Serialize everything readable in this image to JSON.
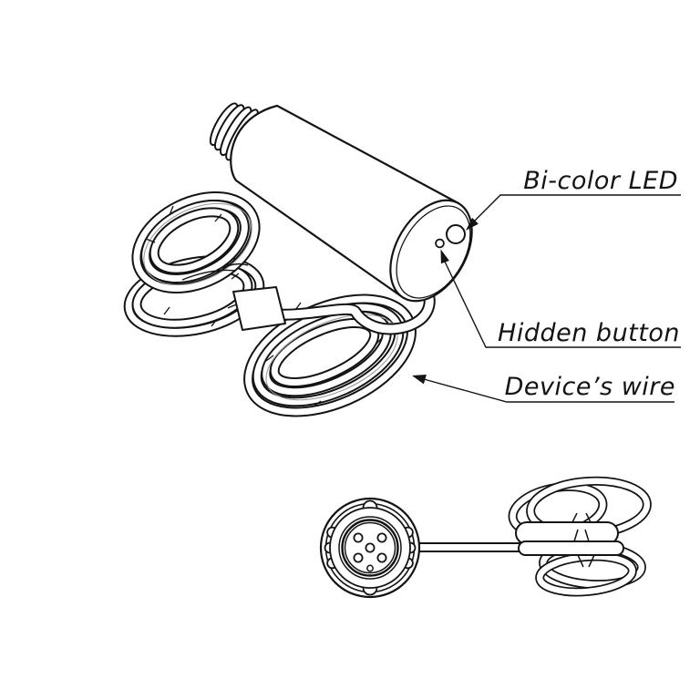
{
  "illustration": {
    "background": "#ffffff",
    "stroke_color": "#141414",
    "accent_gray": "#9c9c9c",
    "callouts": {
      "led": {
        "label": "Bi-color LED"
      },
      "button": {
        "label": "Hidden button"
      },
      "wire": {
        "label": "Device’s wire"
      }
    }
  }
}
